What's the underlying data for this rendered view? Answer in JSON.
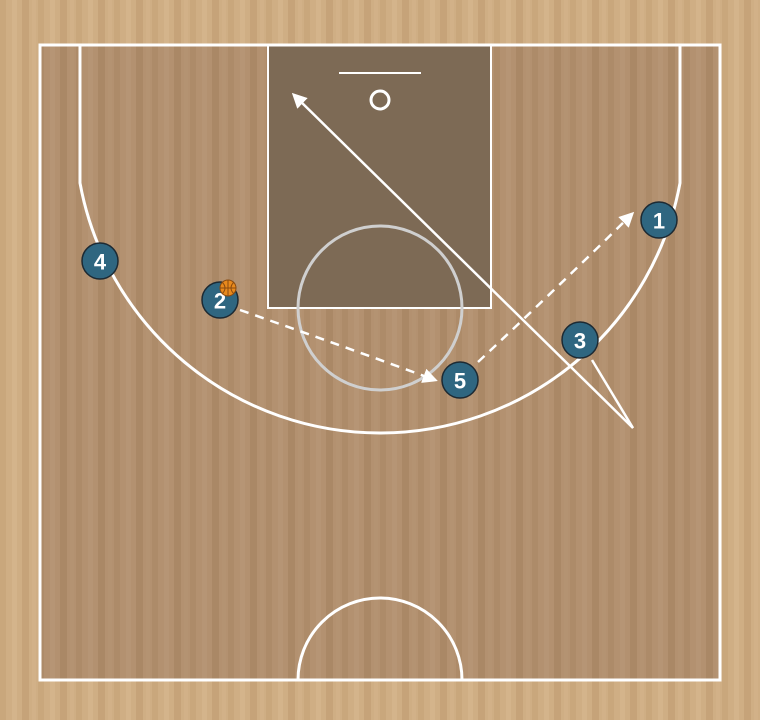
{
  "court": {
    "colors": {
      "wood_light": "#cfae84",
      "wood_dark": "#b08e68",
      "paint": "#7d6a55",
      "lines": "#ffffff",
      "player_fill": "#2f6680",
      "player_stroke": "#1d2a33",
      "ball": "#e8891c"
    }
  },
  "players": [
    {
      "id": "player-1",
      "label": "1"
    },
    {
      "id": "player-2",
      "label": "2",
      "has_ball": true
    },
    {
      "id": "player-3",
      "label": "3"
    },
    {
      "id": "player-4",
      "label": "4"
    },
    {
      "id": "player-5",
      "label": "5"
    }
  ],
  "actions": [
    {
      "type": "pass",
      "from": "2",
      "to": "5",
      "style": "dashed"
    },
    {
      "type": "pass",
      "from": "5",
      "to": "1",
      "style": "dashed"
    },
    {
      "type": "cut",
      "by": "3",
      "toward": "basket",
      "style": "solid"
    }
  ]
}
